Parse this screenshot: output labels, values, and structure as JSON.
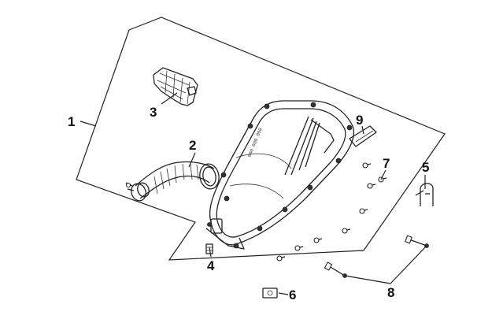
{
  "diagram": {
    "callouts": [
      {
        "id": "1",
        "label": "1"
      },
      {
        "id": "2",
        "label": "2"
      },
      {
        "id": "3",
        "label": "3"
      },
      {
        "id": "4",
        "label": "4"
      },
      {
        "id": "5",
        "label": "5"
      },
      {
        "id": "6",
        "label": "6"
      },
      {
        "id": "7",
        "label": "7"
      },
      {
        "id": "8",
        "label": "8"
      },
      {
        "id": "9",
        "label": "9"
      }
    ],
    "housing_marking": "000 000 000"
  },
  "colors": {
    "line": "#222222",
    "background": "#ffffff",
    "label": "#111111"
  }
}
